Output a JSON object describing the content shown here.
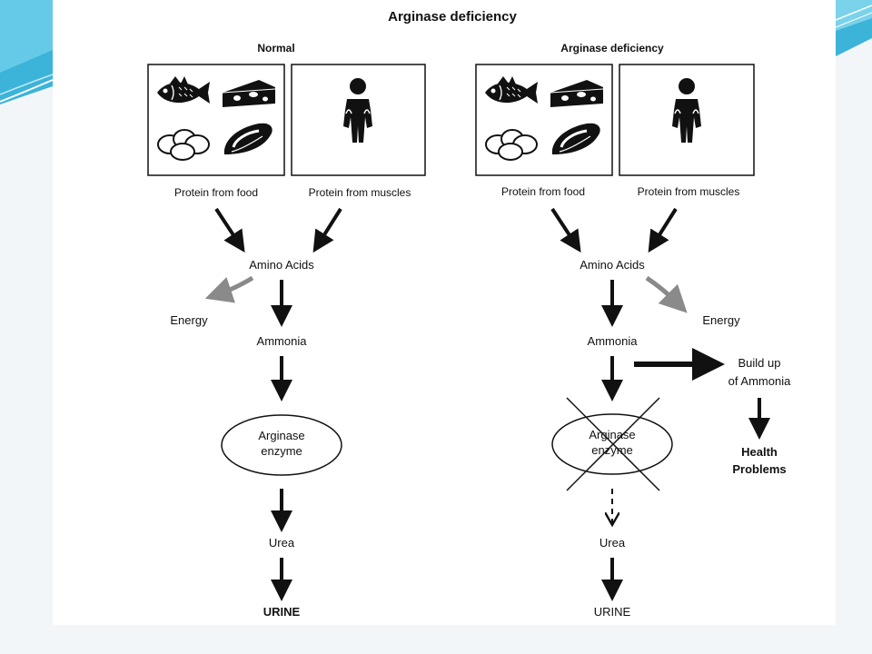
{
  "title": "Arginase deficiency",
  "colors": {
    "ink": "#111111",
    "grey_arrow": "#8a8a8a",
    "accent_teal": "#2aa7c9"
  },
  "normal": {
    "heading": "Normal",
    "food_label": "Protein from food",
    "muscle_label": "Protein from muscles",
    "amino": "Amino Acids",
    "energy": "Energy",
    "ammonia": "Ammonia",
    "enzyme_line1": "Arginase",
    "enzyme_line2": "enzyme",
    "urea": "Urea",
    "urine": "URINE"
  },
  "deficiency": {
    "heading": "Arginase deficiency",
    "food_label": "Protein from food",
    "muscle_label": "Protein from muscles",
    "amino": "Amino Acids",
    "energy": "Energy",
    "ammonia": "Ammonia",
    "buildup_line1": "Build up",
    "buildup_line2": "of Ammonia",
    "health_line1": "Health",
    "health_line2": "Problems",
    "enzyme_line1": "Arginase",
    "enzyme_line2": "enzyme",
    "urea": "Urea",
    "urine": "URINE"
  },
  "icons": [
    "fish-icon",
    "cheese-icon",
    "eggs-icon",
    "steak-icon",
    "person-icon"
  ]
}
